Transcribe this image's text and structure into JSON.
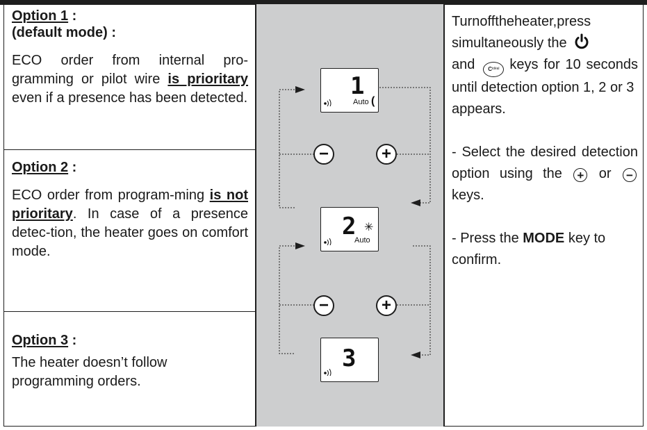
{
  "options": [
    {
      "title_label": "Option 1",
      "title_suffix": " :",
      "subtitle": "(default mode) :",
      "body_parts": [
        "ECO order from internal pro-gramming or pilot wire ",
        "is prioritary",
        " even if a presence has been detected."
      ]
    },
    {
      "title_label": "Option 2",
      "title_suffix": " :",
      "body_parts": [
        "ECO order from program-ming ",
        "is not prioritary",
        ". In case of a presence detec-tion, the heater goes on comfort mode."
      ]
    },
    {
      "title_label": "Option 3",
      "title_suffix": " :",
      "body": "The heater doesn’t follow programming orders."
    }
  ],
  "display": {
    "screens": [
      {
        "digit": "1",
        "mode": "Auto",
        "symbol": "(",
        "symbol_name": "moon-icon"
      },
      {
        "digit": "2",
        "mode": "Auto",
        "symbol": "✳",
        "symbol_name": "sun-icon"
      },
      {
        "digit": "3",
        "mode": "",
        "symbol": "",
        "symbol_name": ""
      }
    ],
    "keys": {
      "minus": "−",
      "plus": "+"
    }
  },
  "instructions": {
    "p1_a": "Turnofftheheater,press simultaneously the",
    "p1_b": "and",
    "p1_c": "keys for 10 seconds until detection option 1, 2 or 3",
    "p1_d": "appears.",
    "cideal_label": "C",
    "cideal_small": "idéal",
    "p2_a": "- Select the desired detection option using the",
    "p2_or": "or",
    "p2_b": "keys.",
    "p3_a": "- Press the ",
    "p3_mode": "MODE",
    "p3_b": " key to confirm.",
    "key_plus": "+",
    "key_minus": "−"
  },
  "colors": {
    "panel_gray": "#cdcecf",
    "border": "#1e1e1e"
  }
}
